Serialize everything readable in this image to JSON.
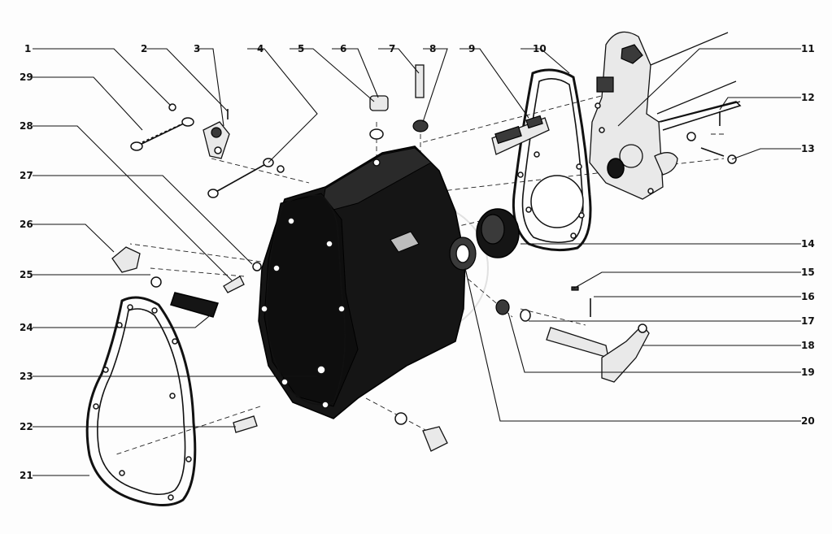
{
  "callouts": [
    "1",
    "2",
    "3",
    "4",
    "5",
    "6",
    "7",
    "8",
    "9",
    "10",
    "11",
    "12",
    "13",
    "14",
    "15",
    "16",
    "17",
    "18",
    "19",
    "20",
    "21",
    "22",
    "23",
    "24",
    "25",
    "26",
    "27",
    "28",
    "29"
  ],
  "colors": {
    "ink": "#111111",
    "paper": "#fdfdfd",
    "casting": "#151515"
  }
}
